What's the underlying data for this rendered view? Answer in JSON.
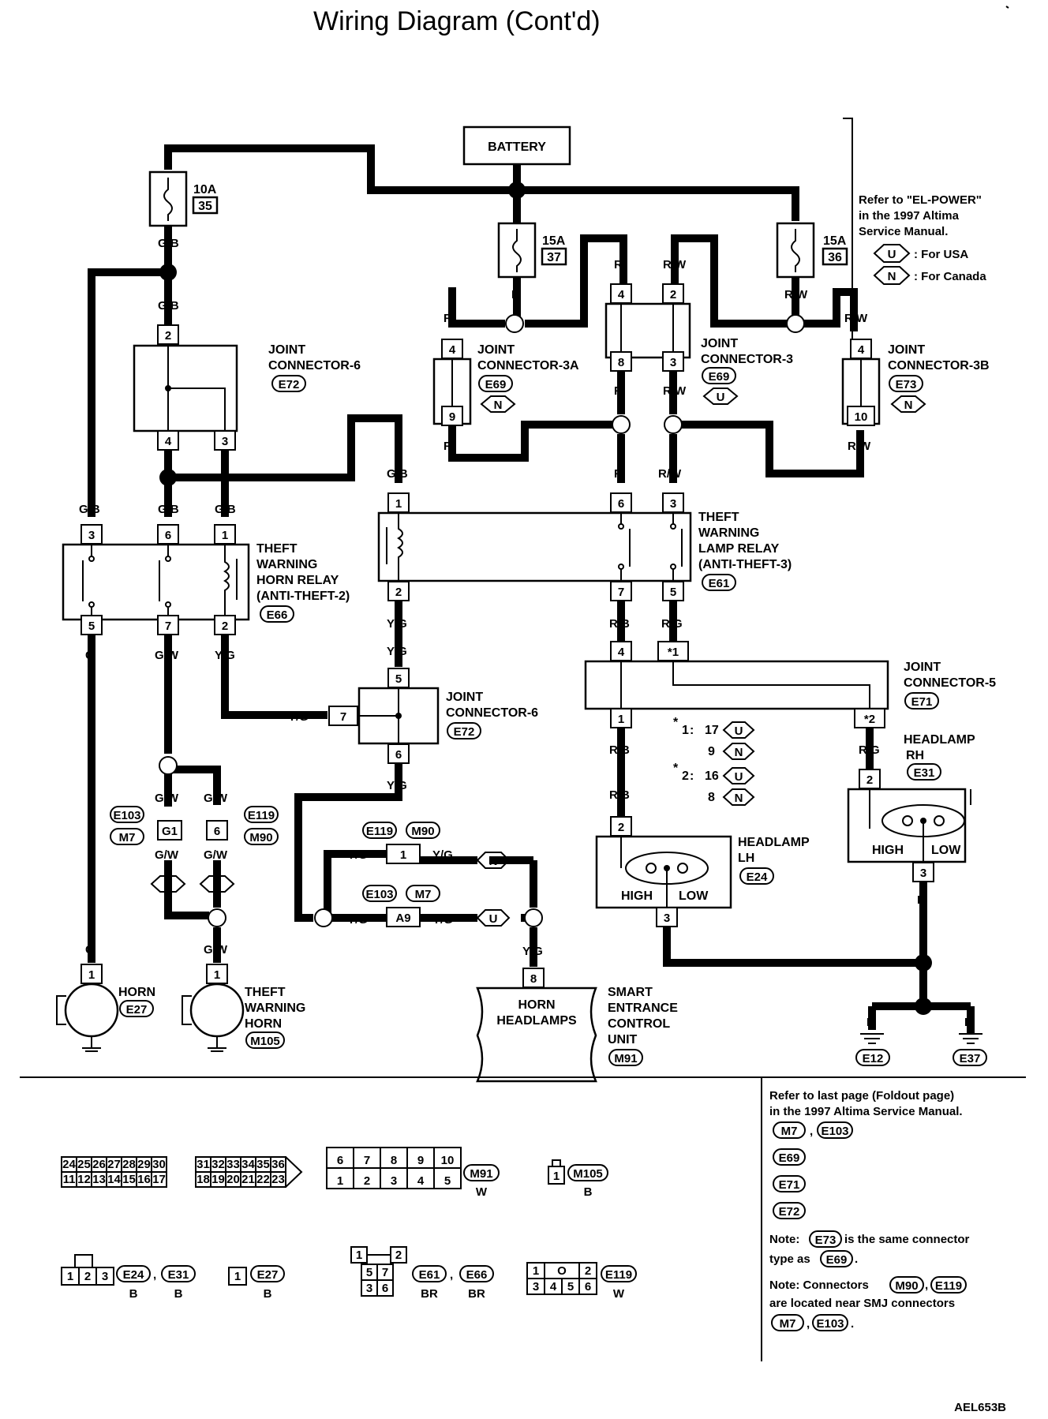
{
  "title": "Wiring Diagram (Cont'd)",
  "battery": "BATTERY",
  "fuses": [
    {
      "amps": "10A",
      "num": "35"
    },
    {
      "amps": "15A",
      "num": "37"
    },
    {
      "amps": "15A",
      "num": "36"
    }
  ],
  "wire_colors": {
    "gb": "G/B",
    "r": "R",
    "rw": "R/W",
    "g": "G",
    "gw": "G/W",
    "yg": "Y/G",
    "rb": "R/B",
    "rg": "R/G",
    "b": "B"
  },
  "refer_power": [
    "Refer to \"EL-POWER\"",
    "in the 1997 Altima",
    "Service Manual."
  ],
  "legend": {
    "u_badge": "U",
    "u_text": ": For USA",
    "n_badge": "N",
    "n_text": ": For Canada"
  },
  "joint_connector_6": {
    "label": [
      "JOINT",
      "CONNECTOR-6"
    ],
    "code": "E72",
    "pins": [
      "2",
      "4",
      "3"
    ]
  },
  "joint_connector_3a": {
    "label": [
      "JOINT",
      "CONNECTOR-3A"
    ],
    "code": "E69",
    "variant": "N",
    "pins": [
      "4",
      "9"
    ]
  },
  "joint_connector_3": {
    "label": [
      "JOINT",
      "CONNECTOR-3"
    ],
    "code": "E69",
    "variant": "U",
    "pins": [
      "4",
      "2",
      "8",
      "3"
    ]
  },
  "joint_connector_3b": {
    "label": [
      "JOINT",
      "CONNECTOR-3B"
    ],
    "code": "E73",
    "variant": "N",
    "pins": [
      "4",
      "10"
    ]
  },
  "horn_relay": {
    "label": [
      "THEFT",
      "WARNING",
      "HORN RELAY",
      "(ANTI-THEFT-2)"
    ],
    "code": "E66",
    "pins": [
      "3",
      "6",
      "1",
      "5",
      "7",
      "2"
    ]
  },
  "lamp_relay": {
    "label": [
      "THEFT",
      "WARNING",
      "LAMP RELAY",
      "(ANTI-THEFT-3)"
    ],
    "code": "E61",
    "pins": [
      "1",
      "6",
      "3",
      "2",
      "7",
      "5"
    ]
  },
  "joint_connector_6b": {
    "label": [
      "JOINT",
      "CONNECTOR-6"
    ],
    "code": "E72",
    "pins": [
      "5",
      "7",
      "6"
    ]
  },
  "joint_connector_5": {
    "label": [
      "JOINT",
      "CONNECTOR-5"
    ],
    "code": "E71",
    "pins": [
      "4",
      "*1",
      "1",
      "*2"
    ]
  },
  "star_notes": [
    {
      "star": "*",
      "key": "1",
      "lines": [
        {
          "val": "17",
          "badge": "U"
        },
        {
          "val": "9",
          "badge": "N"
        }
      ]
    },
    {
      "star": "*",
      "key": "2",
      "lines": [
        {
          "val": "16",
          "badge": "U"
        },
        {
          "val": "8",
          "badge": "N"
        }
      ]
    }
  ],
  "headlamp_rh": {
    "label": [
      "HEADLAMP",
      "RH"
    ],
    "code": "E31",
    "pins": [
      "2",
      "3"
    ],
    "high": "HIGH",
    "low": "LOW"
  },
  "headlamp_lh": {
    "label": [
      "HEADLAMP",
      "LH"
    ],
    "code": "E24",
    "pins": [
      "2",
      "3"
    ],
    "high": "HIGH",
    "low": "LOW"
  },
  "horn": {
    "label": [
      "HORN"
    ],
    "code": "E27",
    "pin": "1"
  },
  "theft_horn": {
    "label": [
      "THEFT",
      "WARNING",
      "HORN"
    ],
    "code": "M105",
    "pin": "1"
  },
  "smart_unit": {
    "box": [
      "HORN",
      "HEADLAMPS"
    ],
    "label": [
      "SMART",
      "ENTRANCE",
      "CONTROL",
      "UNIT"
    ],
    "code": "M91",
    "pin": "8"
  },
  "horn_harness": {
    "left": {
      "pin": "G1",
      "codes": [
        "E103",
        "M7"
      ],
      "badge": "U"
    },
    "right": {
      "pin": "6",
      "codes": [
        "E119",
        "M90"
      ],
      "badge": "N"
    }
  },
  "smart_harness": {
    "upper": {
      "pin": "1",
      "codes": [
        "E119",
        "M90"
      ],
      "badge": "N"
    },
    "lower": {
      "pin": "A9",
      "codes": [
        "E103",
        "M7"
      ],
      "badge": "U"
    }
  },
  "grounds": [
    "E12",
    "E37"
  ],
  "refer_foldout": [
    "Refer to last page (Foldout page)",
    "in the 1997 Altima Service Manual."
  ],
  "foldout_codes": {
    "c1": "M7",
    "sep": ",",
    "c2": "E103",
    "c3": "E69",
    "c4": "E71",
    "c5": "E72"
  },
  "notes": {
    "note1_a": "Note:",
    "note1_code": "E73",
    "note1_b": "is the same connector",
    "note1_c": "type as",
    "note1_d": "E69",
    "note1_e": ".",
    "note2_a": "Note: Connectors",
    "note2_code1": "M90",
    "note2_code2": "E119",
    "note2_b": "are located near SMJ connectors",
    "note2_code3": "M7",
    "note2_code4": "E103",
    "note2_c": "."
  },
  "conn_m91": {
    "code": "M91",
    "color": "W",
    "top_left": [
      "24",
      "25",
      "26",
      "27",
      "28",
      "29",
      "30"
    ],
    "top_mid": [
      "31",
      "32",
      "33",
      "34",
      "35",
      "36"
    ],
    "bot_left": [
      "11",
      "12",
      "13",
      "14",
      "15",
      "16",
      "17"
    ],
    "bot_mid": [
      "18",
      "19",
      "20",
      "21",
      "22",
      "23"
    ],
    "top_right": [
      "6",
      "7",
      "8",
      "9",
      "10"
    ],
    "bot_right": [
      "1",
      "2",
      "3",
      "4",
      "5"
    ]
  },
  "conn_m105": {
    "code": "M105",
    "color": "B",
    "pin": "1"
  },
  "conn_e24_e31": {
    "pins": [
      "1",
      "2",
      "3"
    ],
    "codes": [
      "E24",
      "E31"
    ],
    "colors": [
      "B",
      "B"
    ],
    "sep": ","
  },
  "conn_e27": {
    "pin": "1",
    "code": "E27",
    "color": "B"
  },
  "conn_e61_e66": {
    "top": [
      "1",
      "2"
    ],
    "mid": [
      "5",
      "7"
    ],
    "bot": [
      "3",
      "6"
    ],
    "codes": [
      "E61",
      "E66"
    ],
    "colors": [
      "BR",
      "BR"
    ],
    "sep": ","
  },
  "conn_e119": {
    "top": [
      "1",
      "O",
      "2"
    ],
    "bot": [
      "3",
      "4",
      "5",
      "6"
    ],
    "code": "E119",
    "color": "W"
  },
  "figure_id": "AEL653B"
}
